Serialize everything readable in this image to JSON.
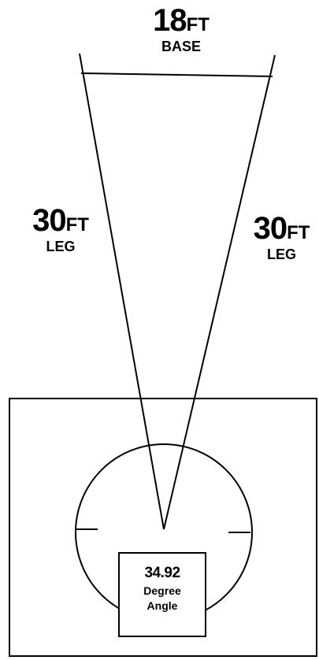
{
  "base": {
    "value": "18",
    "unit": "FT",
    "caption": "BASE"
  },
  "left_leg": {
    "value": "30",
    "unit": "FT",
    "caption": "LEG"
  },
  "right_leg": {
    "value": "30",
    "unit": "FT",
    "caption": "LEG"
  },
  "angle_box": {
    "value": "34.92",
    "line1": "Degree",
    "line2": "Angle"
  },
  "colors": {
    "ink": "#000000",
    "paper": "#ffffff"
  }
}
